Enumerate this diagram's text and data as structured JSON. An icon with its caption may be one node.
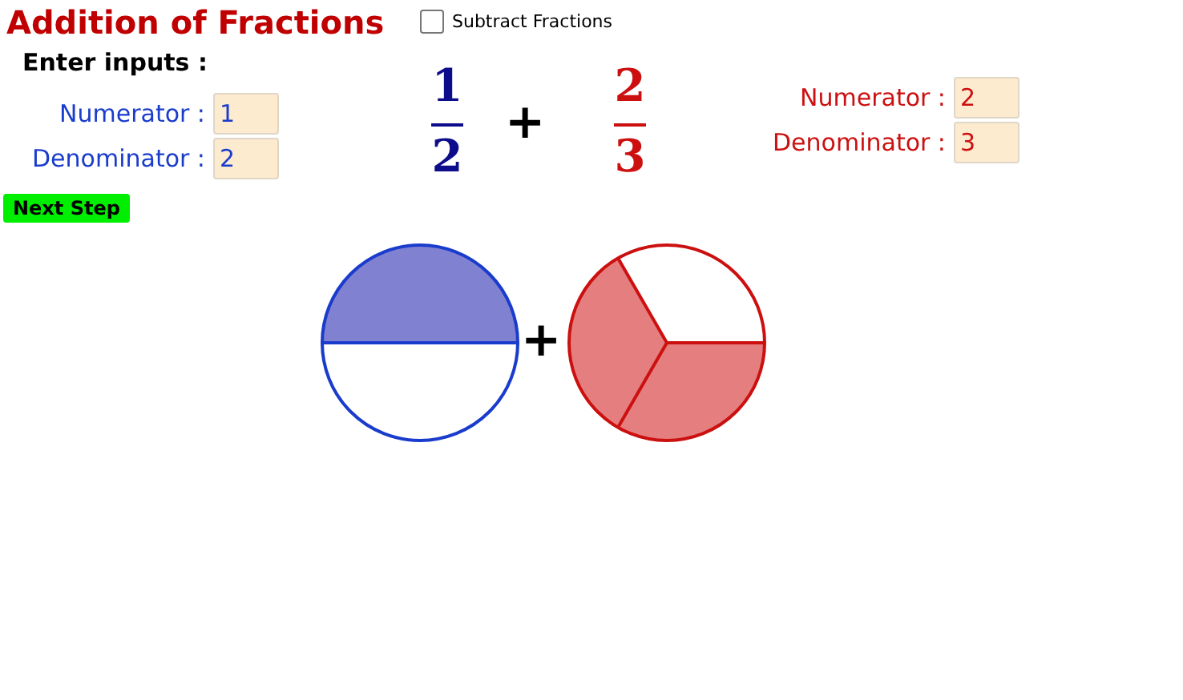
{
  "diagram": {
    "title": "Addition of Fractions",
    "labels": [
      "Subtract Fractions",
      "Enter inputs :",
      "Numerator :",
      "1",
      "Denominator :",
      "2",
      "1",
      "2",
      "+",
      "2",
      "3",
      "Numerator :",
      "2",
      "Denominator :",
      "3",
      "Next Step",
      "+"
    ]
  }
}
